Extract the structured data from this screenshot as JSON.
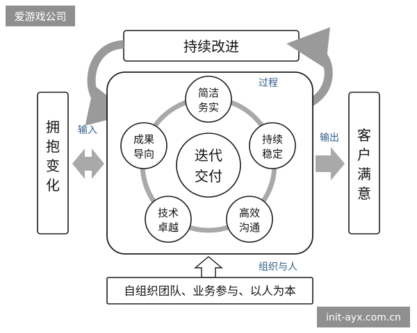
{
  "watermarks": {
    "top_left": "爱游戏公司",
    "bottom_right": "init-ayx.com.cn"
  },
  "labels": {
    "continuous_improvement": "持续改进",
    "process": "过程",
    "input": "输入",
    "output": "输出",
    "organization_people": "组织与人",
    "left_box": [
      "拥",
      "抱",
      "变",
      "化"
    ],
    "right_box": [
      "客",
      "户",
      "满",
      "意"
    ],
    "bottom_box": "自组织团队、业务参与、以人为本"
  },
  "core": [
    "迭代",
    "交付"
  ],
  "nodes": [
    {
      "id": "concise",
      "lines": [
        "简洁",
        "务实"
      ]
    },
    {
      "id": "stable",
      "lines": [
        "持续",
        "稳定"
      ]
    },
    {
      "id": "communication",
      "lines": [
        "高效",
        "沟通"
      ]
    },
    {
      "id": "technical",
      "lines": [
        "技术",
        "卓越"
      ]
    },
    {
      "id": "results",
      "lines": [
        "成果",
        "导向"
      ]
    }
  ],
  "colors": {
    "border": "#1a1a1a",
    "ring": "#a9a9a9",
    "arrow": "#9a9a9a",
    "accent_text": "#2f5d8a",
    "watermark_bg": "#8f8f8f",
    "watermark_text": "#ffffff"
  }
}
